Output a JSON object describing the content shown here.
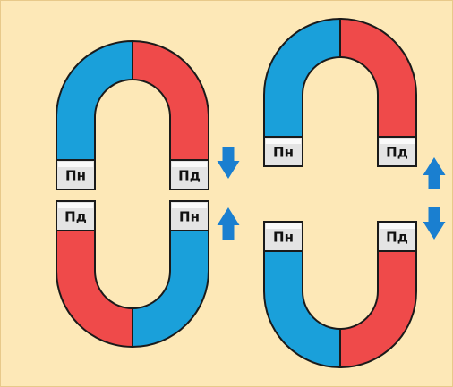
{
  "colors": {
    "background": "#fde8b7",
    "blue": "#1aa0da",
    "red": "#ef4a4a",
    "arrow": "#1a7fd0",
    "outline": "#1a1a1a",
    "cap": "#e4e4e4"
  },
  "magnets": [
    {
      "id": "top-left",
      "orientation": "arch-up",
      "left_leg_color": "blue",
      "right_leg_color": "red",
      "labels": [
        "Пн",
        "Пд"
      ]
    },
    {
      "id": "bottom-left",
      "orientation": "arch-down",
      "left_leg_color": "red",
      "right_leg_color": "blue",
      "labels": [
        "Пд",
        "Пн"
      ]
    },
    {
      "id": "top-right",
      "orientation": "arch-up",
      "left_leg_color": "blue",
      "right_leg_color": "red",
      "labels": [
        "Пн",
        "Пд"
      ]
    },
    {
      "id": "bottom-right",
      "orientation": "arch-down",
      "left_leg_color": "blue",
      "right_leg_color": "red",
      "labels": [
        "Пн",
        "Пд"
      ]
    }
  ],
  "arrows": [
    {
      "id": "left-upper",
      "direction": "down"
    },
    {
      "id": "left-lower",
      "direction": "up"
    },
    {
      "id": "right-upper",
      "direction": "up"
    },
    {
      "id": "right-lower",
      "direction": "down"
    }
  ]
}
